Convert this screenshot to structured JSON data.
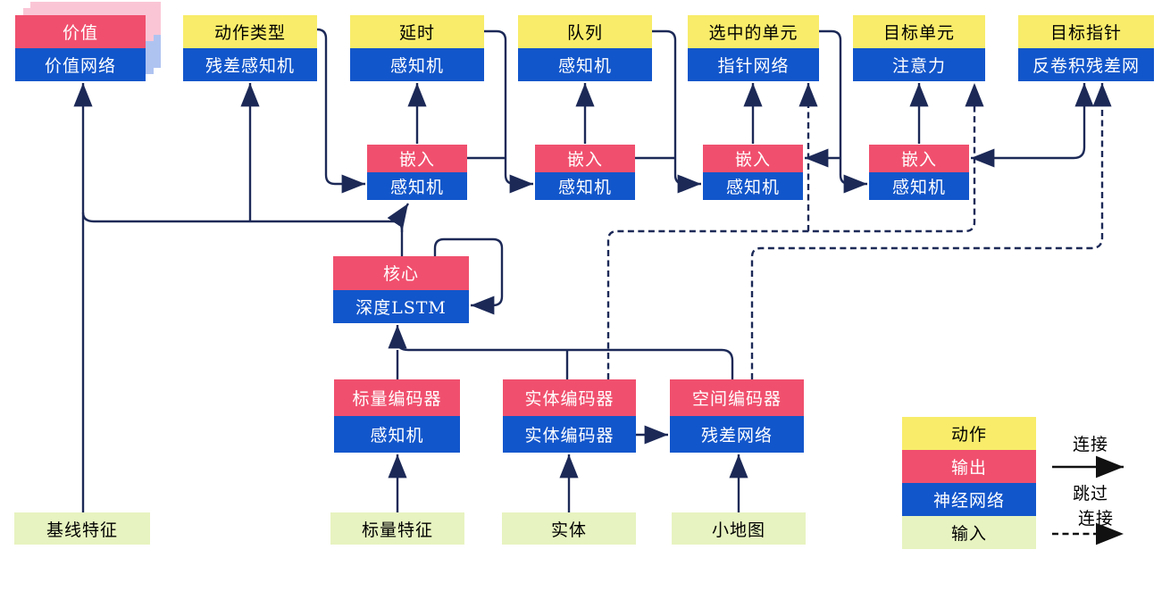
{
  "diagram_title": "agent-architecture-diagram",
  "nodes": {
    "value": {
      "head": "价值",
      "body": "价值网络"
    },
    "action_type": {
      "head": "动作类型",
      "body": "残差感知机"
    },
    "delay": {
      "head": "延时",
      "body": "感知机"
    },
    "queue": {
      "head": "队列",
      "body": "感知机"
    },
    "selected_units": {
      "head": "选中的单元",
      "body": "指针网络"
    },
    "target_unit": {
      "head": "目标单元",
      "body": "注意力"
    },
    "target_pointer": {
      "head": "目标指针",
      "body": "反卷积残差网"
    },
    "embeds": [
      {
        "head": "嵌入",
        "body": "感知机"
      },
      {
        "head": "嵌入",
        "body": "感知机"
      },
      {
        "head": "嵌入",
        "body": "感知机"
      },
      {
        "head": "嵌入",
        "body": "感知机"
      }
    ],
    "core": {
      "head": "核心",
      "body": "深度LSTM"
    },
    "scalar_encoder": {
      "head": "标量编码器",
      "body": "感知机"
    },
    "entity_encoder": {
      "head": "实体编码器",
      "body": "实体编码器"
    },
    "spatial_encoder": {
      "head": "空间编码器",
      "body": "残差网络"
    }
  },
  "inputs": {
    "baseline": "基线特征",
    "scalar": "标量特征",
    "entity": "实体",
    "minimap": "小地图"
  },
  "legend": {
    "action": "动作",
    "output": "输出",
    "nn": "神经网络",
    "input": "输入",
    "connection": "连接",
    "skip_line1": "跳过",
    "skip_line2": "连接"
  },
  "colors": {
    "yellow": "#F8EC6A",
    "red": "#F0506E",
    "blue": "#1256CB",
    "green": "#E7F3C0",
    "shadow-pink": "#FAC6D6",
    "shadow-blue": "#AFC3F1",
    "line": "#1C2957",
    "black": "#111111"
  }
}
